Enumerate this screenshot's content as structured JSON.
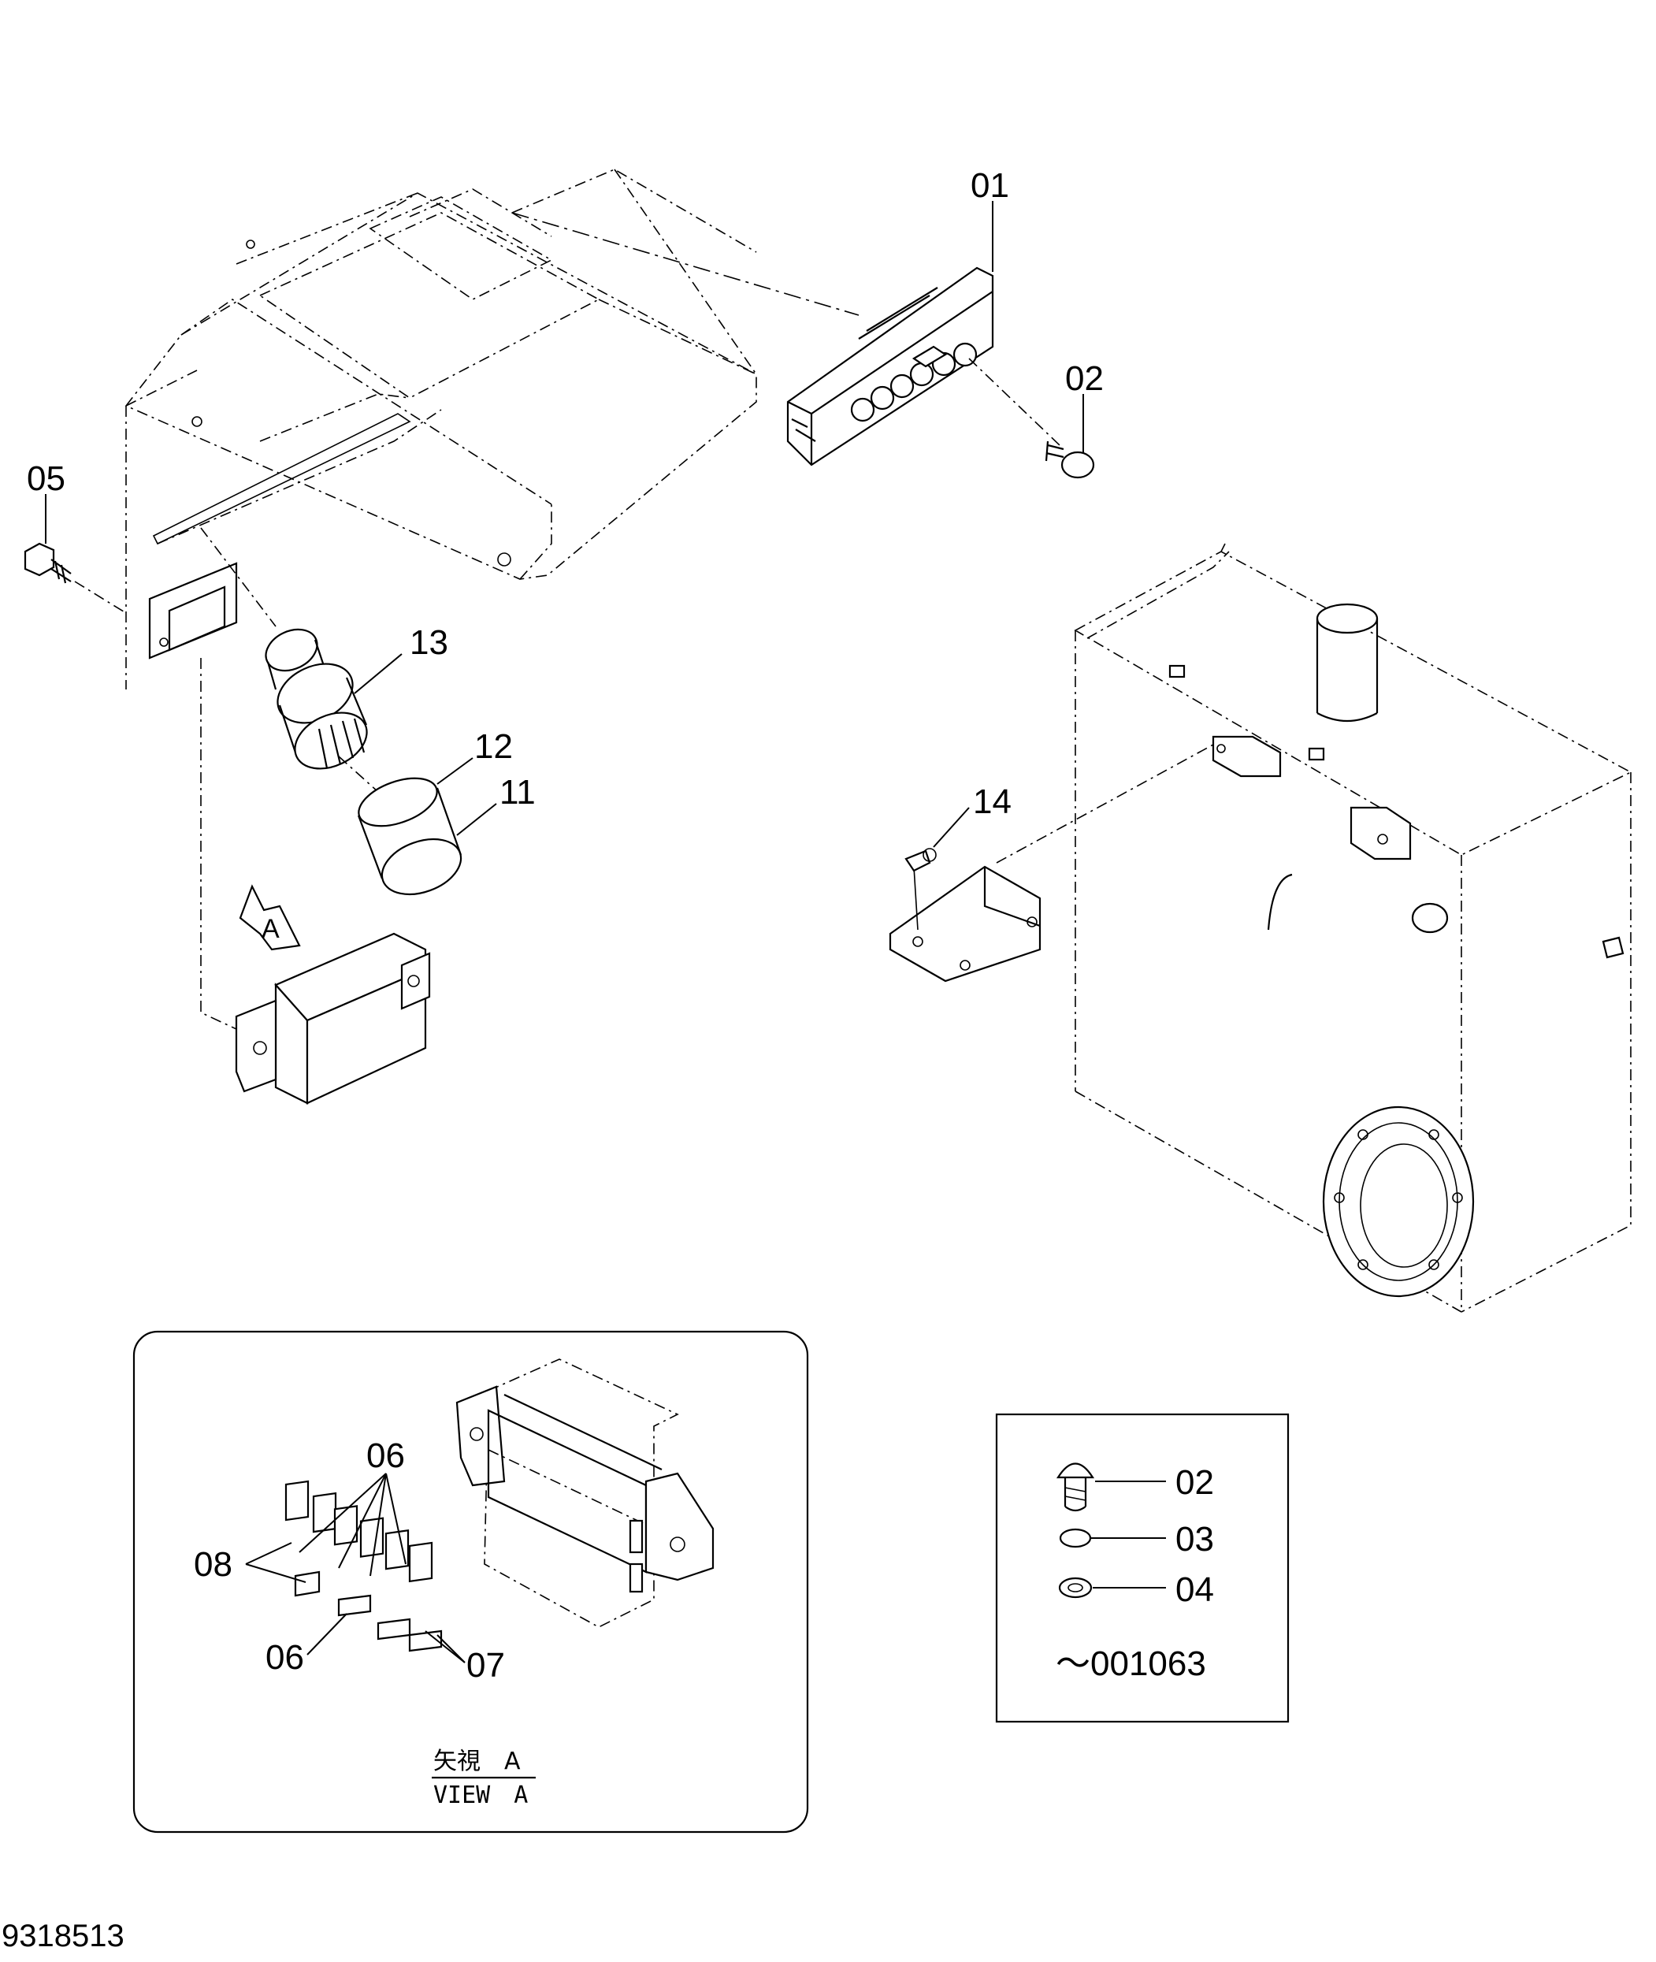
{
  "callouts": {
    "c01": "01",
    "c02_top": "02",
    "c05": "05",
    "c13": "13",
    "c12": "12",
    "c11": "11",
    "c14": "14",
    "view_arrow": "A"
  },
  "inset_view_a": {
    "c06_top": "06",
    "c08": "08",
    "c06_bottom": "06",
    "c07": "07",
    "caption_jp": "矢視　A",
    "caption_en": "VIEW　A"
  },
  "hardware_box": {
    "c02": "02",
    "c03": "03",
    "c04": "04",
    "serial_note": "～001063"
  },
  "drawing_number": "9318513"
}
